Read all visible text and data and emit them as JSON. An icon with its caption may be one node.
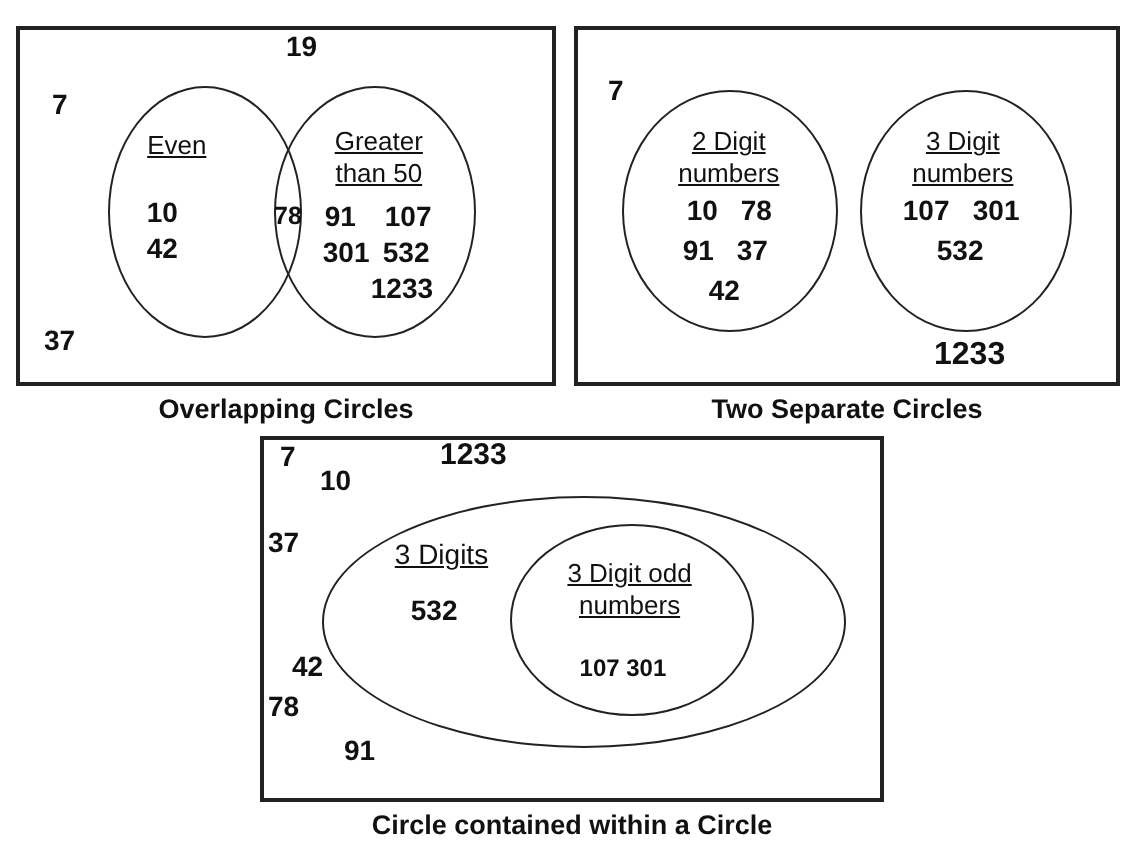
{
  "diagram": {
    "nodes": [
      {
        "text": [
          "19",
          "7",
          "37"
        ],
        "beside": [
          "Overlapping Circles"
        ]
      },
      {
        "text": [
          "Even",
          "10",
          "42"
        ],
        "in": 0
      },
      {
        "text": [
          "Greater than 50",
          "91",
          "107",
          "301",
          "532",
          "1233"
        ],
        "in": 0
      },
      {
        "text": [
          "7",
          "1233"
        ],
        "beside": [
          "Two Separate Circles"
        ]
      },
      {
        "text": [
          "2 Digit numbers",
          "10",
          "78",
          "91",
          "37",
          "42"
        ],
        "in": 3
      },
      {
        "text": [
          "3 Digit numbers",
          "107",
          "301",
          "532"
        ],
        "in": 3
      },
      {
        "text": [
          "7",
          "1233",
          "10",
          "37",
          "42",
          "78",
          "91"
        ],
        "beside": [
          "Circle contained within a Circle"
        ]
      },
      {
        "text": [
          "3 Digits",
          "532"
        ],
        "in": 6
      },
      {
        "text": [
          "3 Digit odd numbers",
          "107 301"
        ],
        "in": 7
      }
    ],
    "edges": [],
    "labels": [
      "78"
    ]
  }
}
